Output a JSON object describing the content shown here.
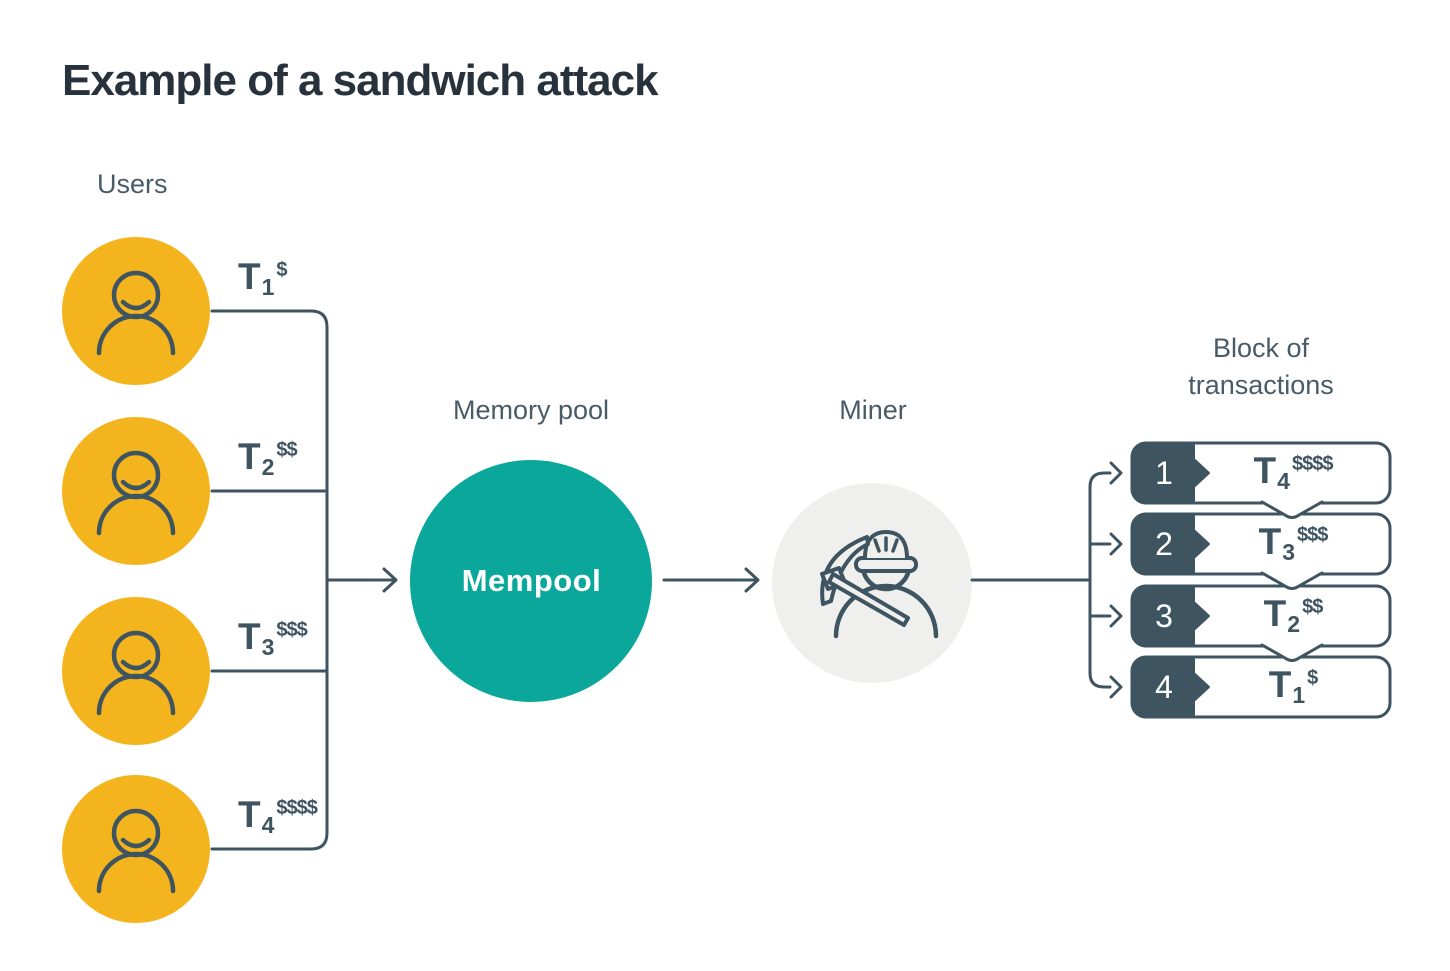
{
  "title": "Example of a sandwich attack",
  "colors": {
    "user_circle": "#f4b41d",
    "mempool_circle": "#0ca79b",
    "miner_circle": "#efefee",
    "stroke_slate": "#3f5461",
    "label_slate": "#4a5b68",
    "title_dark": "#27323c"
  },
  "users": {
    "label": "Users",
    "transactions": [
      {
        "symbol": "T",
        "sub": "1",
        "fee": "$"
      },
      {
        "symbol": "T",
        "sub": "2",
        "fee": "$$"
      },
      {
        "symbol": "T",
        "sub": "3",
        "fee": "$$$"
      },
      {
        "symbol": "T",
        "sub": "4",
        "fee": "$$$$"
      }
    ]
  },
  "mempool": {
    "label": "Memory pool",
    "node_text": "Mempool"
  },
  "miner": {
    "label": "Miner"
  },
  "block": {
    "label_1": "Block of",
    "label_2": "transactions",
    "rows": [
      {
        "position": "1",
        "symbol": "T",
        "sub": "4",
        "fee": "$$$$"
      },
      {
        "position": "2",
        "symbol": "T",
        "sub": "3",
        "fee": "$$$"
      },
      {
        "position": "3",
        "symbol": "T",
        "sub": "2",
        "fee": "$$"
      },
      {
        "position": "4",
        "symbol": "T",
        "sub": "1",
        "fee": "$"
      }
    ]
  }
}
